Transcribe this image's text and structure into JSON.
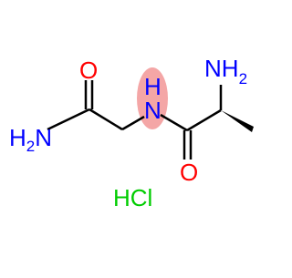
{
  "molecule": {
    "labels": {
      "nh2_left": "H2N",
      "nh2_left_h": "H",
      "nh2_left_sub": "2",
      "nh2_left_n": "N",
      "o_top": "O",
      "nh": "N",
      "nh_h": "H",
      "o_bottom": "O",
      "nh2_right_n": "NH",
      "nh2_right_sub": "2",
      "salt": "HCl"
    },
    "colors": {
      "bond": "#000000",
      "nitrogen": "#0000ff",
      "oxygen": "#ff0000",
      "chlorine": "#00cc00",
      "highlight": "#f4a6a6"
    }
  }
}
